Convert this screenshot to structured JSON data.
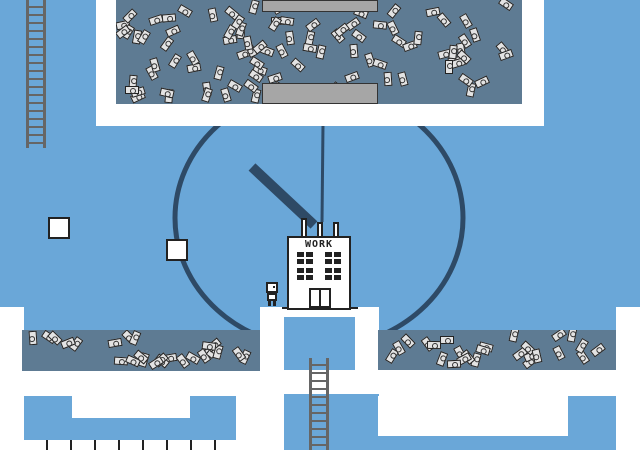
{
  "building": {
    "sign": "WORK"
  },
  "clock": {
    "hour_hand_angle_deg": -55,
    "minute_hand_angle_deg": 0
  },
  "colors": {
    "sky": "#6aa7d8",
    "wall": "#ffffff",
    "pool": "#5e7b93",
    "clock_ring": "#2e4a66",
    "bill": "#e3e3e3"
  },
  "icons": [
    "money-bill-icon",
    "ladder-icon",
    "clock-icon",
    "office-building-icon",
    "player-character-icon",
    "white-block-icon"
  ]
}
